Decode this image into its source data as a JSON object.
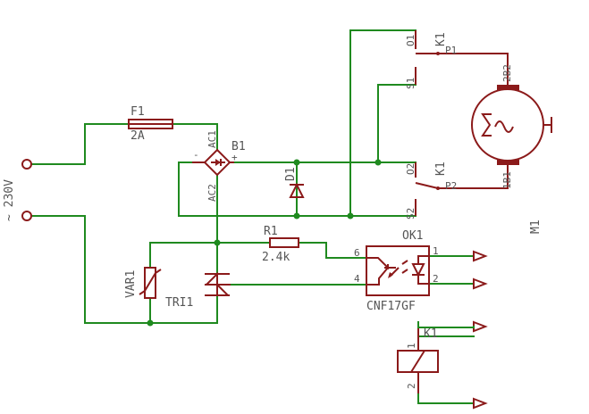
{
  "schematic": {
    "supply_label": "~ 230V",
    "fuse": {
      "ref": "F1",
      "value": "2A"
    },
    "bridge": {
      "ref": "B1",
      "ac1": "AC1",
      "ac2": "AC2",
      "minus": "-",
      "plus": "+"
    },
    "diode": {
      "ref": "D1"
    },
    "resistor": {
      "ref": "R1",
      "value": "2.4k"
    },
    "varistor": {
      "ref": "VAR1"
    },
    "triac": {
      "ref": "TRI1"
    },
    "optocoupler": {
      "ref": "OK1",
      "part": "CNF17GF",
      "pins": [
        "6",
        "4",
        "1",
        "2"
      ]
    },
    "relay_contacts": [
      {
        "ref": "K1",
        "pole": "P1",
        "pin_o": "O1",
        "pin_s": "S1"
      },
      {
        "ref": "K1",
        "pole": "P2",
        "pin_o": "O2",
        "pin_s": "S2"
      }
    ],
    "relay_coil": {
      "ref": "K1",
      "pin1": "1",
      "pin2": "2"
    },
    "motor": {
      "ref": "M1",
      "pin_top": "2B2",
      "pin_bottom": "1B1"
    }
  }
}
